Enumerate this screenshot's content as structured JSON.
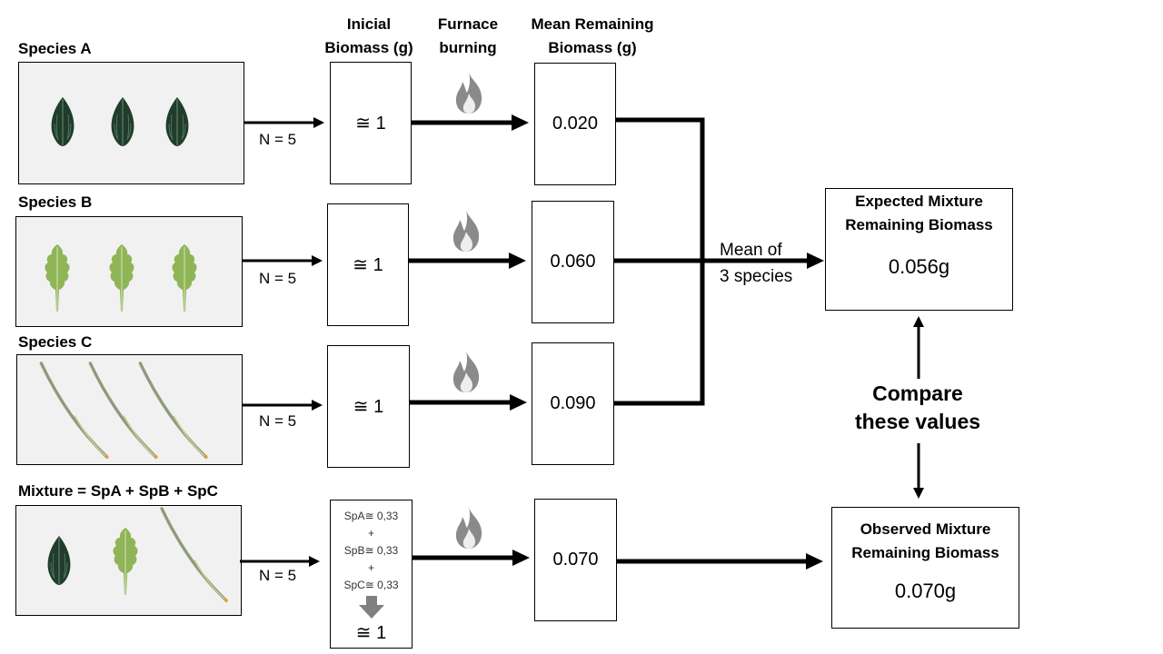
{
  "headers": {
    "initial": "Inicial Biomass (g)",
    "furnace": "Furnace burning",
    "mean_remaining": "Mean Remaining Biomass (g)"
  },
  "rows": [
    {
      "label": "Species A",
      "n": "N = 5",
      "initial": "≅ 1",
      "remaining": "0.020"
    },
    {
      "label": "Species B",
      "n": "N = 5",
      "initial": "≅ 1",
      "remaining": "0.060"
    },
    {
      "label": "Species C",
      "n": "N = 5",
      "initial": "≅ 1",
      "remaining": "0.090"
    },
    {
      "label": "Mixture = SpA + SpB + SpC",
      "n": "N = 5",
      "initial": "≅ 1",
      "remaining": "0.070"
    }
  ],
  "mixture_components": [
    "SpA≅ 0,33",
    "+",
    "SpB≅ 0,33",
    "+",
    "SpC≅ 0,33"
  ],
  "mean_label": [
    "Mean of",
    "3 species"
  ],
  "expected": {
    "title": "Expected Mixture Remaining Biomass",
    "value": "0.056g"
  },
  "observed": {
    "title": "Observed Mixture Remaining Biomass",
    "value": "0.070g"
  },
  "compare_text": [
    "Compare",
    "these values"
  ],
  "icons": {
    "leaf_a": "dark-ovate-leaf-icon",
    "leaf_b": "lobed-green-leaf-icon",
    "leaf_c": "grass-blade-icon",
    "fire": "fire-icon",
    "down_arrow": "down-arrow-icon"
  },
  "colors": {
    "photo_bg": "#f1f1f1",
    "fire": "#8a8a8a",
    "leaf_a": "#1f3d2a",
    "leaf_b": "#8fb557",
    "leaf_c": "#8d9a7c"
  }
}
